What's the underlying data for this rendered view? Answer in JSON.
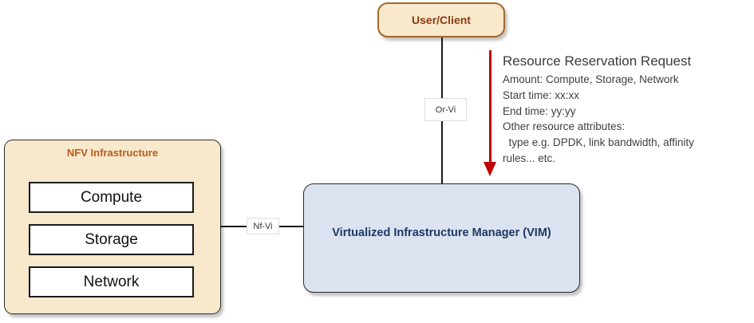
{
  "colors": {
    "node_fill_tan": "#f8e8cc",
    "node_border_brown": "#a5682a",
    "user_client_text": "#8b3c10",
    "nfv_title_text": "#b85c1a",
    "node_border_dark": "#2b2b2b",
    "vim_fill": "#dae3ef",
    "vim_text": "#1f3864",
    "arrow_red": "#c00000",
    "annotation_text": "#3f3f3f",
    "connector_black": "#1a1a1a"
  },
  "user_client": {
    "label": "User/Client"
  },
  "nfv_infrastructure": {
    "title": "NFV Infrastructure",
    "items": [
      {
        "label": "Compute"
      },
      {
        "label": "Storage"
      },
      {
        "label": "Network"
      }
    ]
  },
  "vim": {
    "label": "Virtualized Infrastructure Manager (VIM)"
  },
  "connectors": {
    "or_vi": "Or-Vi",
    "nf_vi": "Nf-Vi"
  },
  "annotation": {
    "title": "Resource Reservation Request",
    "lines": [
      "Amount: Compute, Storage, Network",
      "Start time: xx:xx",
      "End time: yy:yy",
      "Other resource attributes:",
      "  type e.g. DPDK, link bandwidth, affinity",
      "rules... etc."
    ]
  }
}
